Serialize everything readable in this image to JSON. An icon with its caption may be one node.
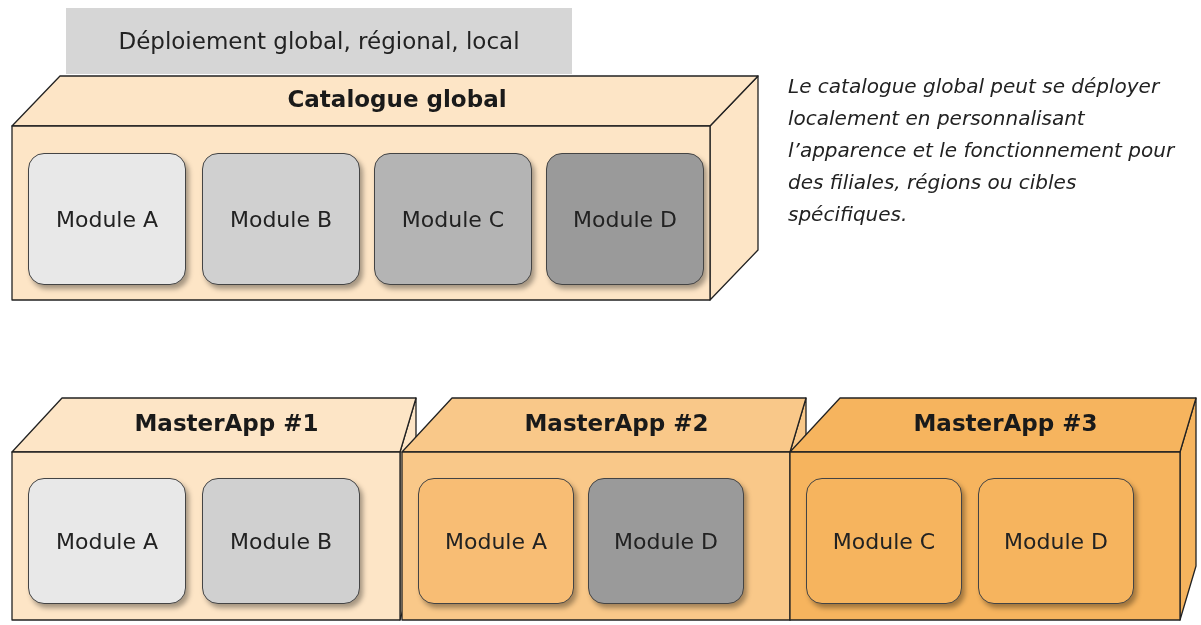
{
  "diagram": {
    "nodes": [
      {
        "text": [
          "Déploiement global, régional, local"
        ]
      },
      {
        "text": [
          "Catalogue global"
        ]
      },
      {
        "text": [
          "Module A"
        ],
        "in": 1
      },
      {
        "text": [
          "Module B"
        ],
        "in": 1
      },
      {
        "text": [
          "Module C"
        ],
        "in": 1
      },
      {
        "text": [
          "Module D"
        ],
        "in": 1
      },
      {
        "text": [
          "MasterApp #1"
        ]
      },
      {
        "text": [
          "Module A"
        ],
        "in": 6
      },
      {
        "text": [
          "Module B"
        ],
        "in": 6
      },
      {
        "text": [
          "MasterApp #2"
        ]
      },
      {
        "text": [
          "Module A"
        ],
        "in": 9
      },
      {
        "text": [
          "Module D"
        ],
        "in": 9
      },
      {
        "text": [
          "MasterApp #3"
        ]
      },
      {
        "text": [
          "Module C"
        ],
        "in": 12
      },
      {
        "text": [
          "Module D"
        ],
        "in": 12
      }
    ],
    "labels": [
      "Le catalogue global peut se déployer localement en personnalisant l’apparence et le fonctionnement pour des filiales, régions ou cibles spécifiques."
    ]
  }
}
